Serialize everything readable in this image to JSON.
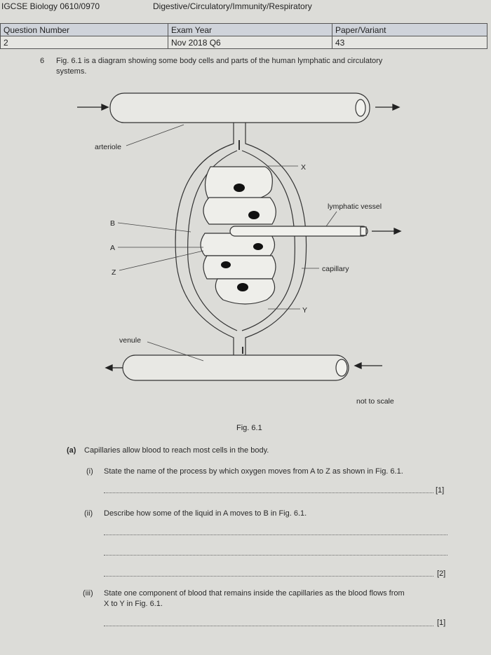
{
  "header": {
    "course": "IGCSE Biology 0610/0970",
    "topics": "Digestive/Circulatory/Immunity/Respiratory",
    "columns": [
      "Question Number",
      "Exam Year",
      "Paper/Variant"
    ],
    "values": [
      "2",
      "Nov 2018 Q6",
      "43"
    ]
  },
  "question": {
    "number": "6",
    "intro_line1": "Fig. 6.1 is a diagram showing some body cells and parts of the human lymphatic and circulatory",
    "intro_line2": "systems."
  },
  "figure": {
    "labels": {
      "arteriole": "arteriole",
      "x": "X",
      "lymphatic": "lymphatic vessel",
      "b": "B",
      "a": "A",
      "z": "Z",
      "capillary": "capillary",
      "y": "Y",
      "venule": "venule"
    },
    "note": "not to scale",
    "caption": "Fig. 6.1"
  },
  "part_a": {
    "label": "(a)",
    "text": "Capillaries allow blood to reach most cells in the body.",
    "i_label": "(i)",
    "i_text": "State the name of the process by which oxygen moves from A to Z as shown in Fig. 6.1.",
    "i_mark": "[1]",
    "ii_label": "(ii)",
    "ii_text": "Describe how some of the liquid in A moves to B in Fig. 6.1.",
    "ii_mark": "[2]",
    "iii_label": "(iii)",
    "iii_text1": "State one component of blood that remains inside the capillaries as the blood flows from",
    "iii_text2": "X to Y in Fig. 6.1.",
    "iii_mark": "[1]"
  }
}
